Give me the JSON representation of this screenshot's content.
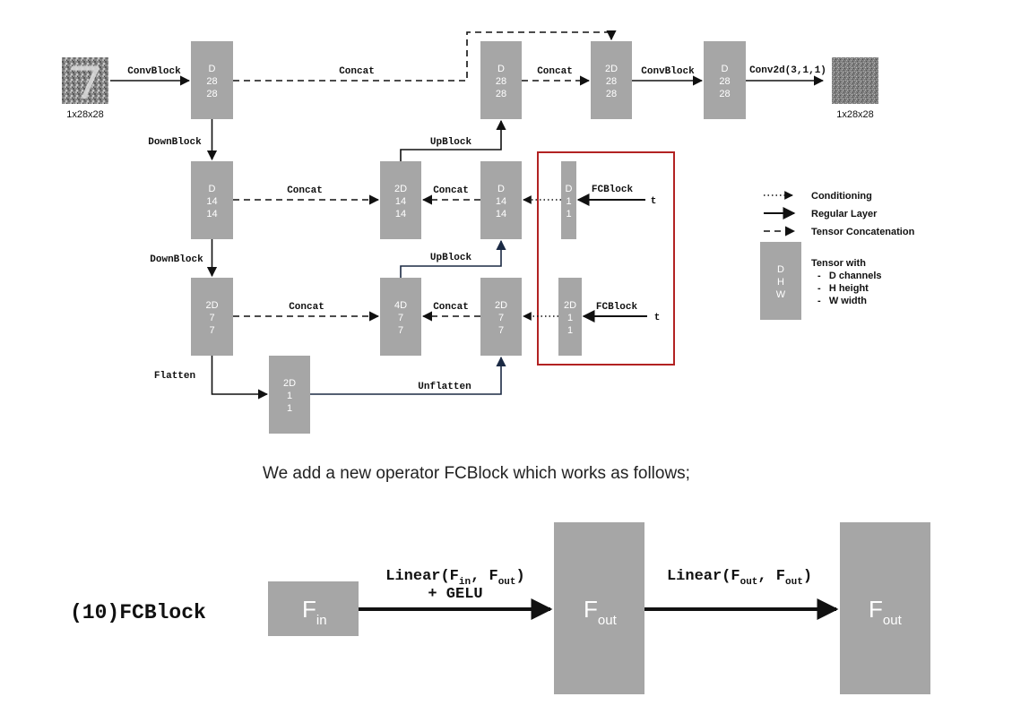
{
  "diagram": {
    "input_size": "1x28x28",
    "output_size": "1x28x28",
    "nodes": {
      "n1": [
        "D",
        "28",
        "28"
      ],
      "n2": [
        "D",
        "14",
        "14"
      ],
      "n3": [
        "2D",
        "7",
        "7"
      ],
      "n4": [
        "2D",
        "1",
        "1"
      ],
      "n5": [
        "4D",
        "7",
        "7"
      ],
      "n6": [
        "2D",
        "7",
        "7"
      ],
      "n7": [
        "2D",
        "14",
        "14"
      ],
      "n8": [
        "D",
        "14",
        "14"
      ],
      "n9": [
        "D",
        "28",
        "28"
      ],
      "n10": [
        "2D",
        "28",
        "28"
      ],
      "n11": [
        "D",
        "28",
        "28"
      ],
      "fc1": [
        "D",
        "1",
        "1"
      ],
      "fc2": [
        "2D",
        "1",
        "1"
      ]
    },
    "edges": {
      "convblock1": "ConvBlock",
      "downblock1": "DownBlock",
      "downblock2": "DownBlock",
      "flatten": "Flatten",
      "unflatten": "Unflatten",
      "upblock1": "UpBlock",
      "upblock2": "UpBlock",
      "concat_top": "Concat",
      "concat_mid": "Concat",
      "concat_low": "Concat",
      "concat_mid2": "Concat",
      "concat_low2": "Concat",
      "concat_top2": "Concat",
      "convblock2": "ConvBlock",
      "conv2d": "Conv2d(3,1,1)",
      "fcblock1": "FCBlock",
      "fcblock2": "FCBlock",
      "t1": "t",
      "t2": "t"
    },
    "legend": {
      "conditioning": "Conditioning",
      "regular": "Regular Layer",
      "concat": "Tensor Concatenation",
      "tensor_box": [
        "D",
        "H",
        "W"
      ],
      "tensor_title": "Tensor with",
      "tensor_lines": [
        "-   D channels",
        "-   H height",
        "-   W width"
      ]
    },
    "accent_color": "#b22222"
  },
  "caption": "We add a new operator FCBlock which works as follows;",
  "fcblock": {
    "title": "(10)FCBlock",
    "in_label": "F",
    "in_sub": "in",
    "out_label": "F",
    "out_sub": "out",
    "edge1_prefix": "Linear(F",
    "edge1_sub1": "in",
    "edge1_mid": ", F",
    "edge1_sub2": "out",
    "edge1_suffix": ")",
    "edge1_line2": "+ GELU",
    "edge2_prefix": "Linear(F",
    "edge2_sub1": "out",
    "edge2_mid": ", F",
    "edge2_sub2": "out",
    "edge2_suffix": ")"
  }
}
